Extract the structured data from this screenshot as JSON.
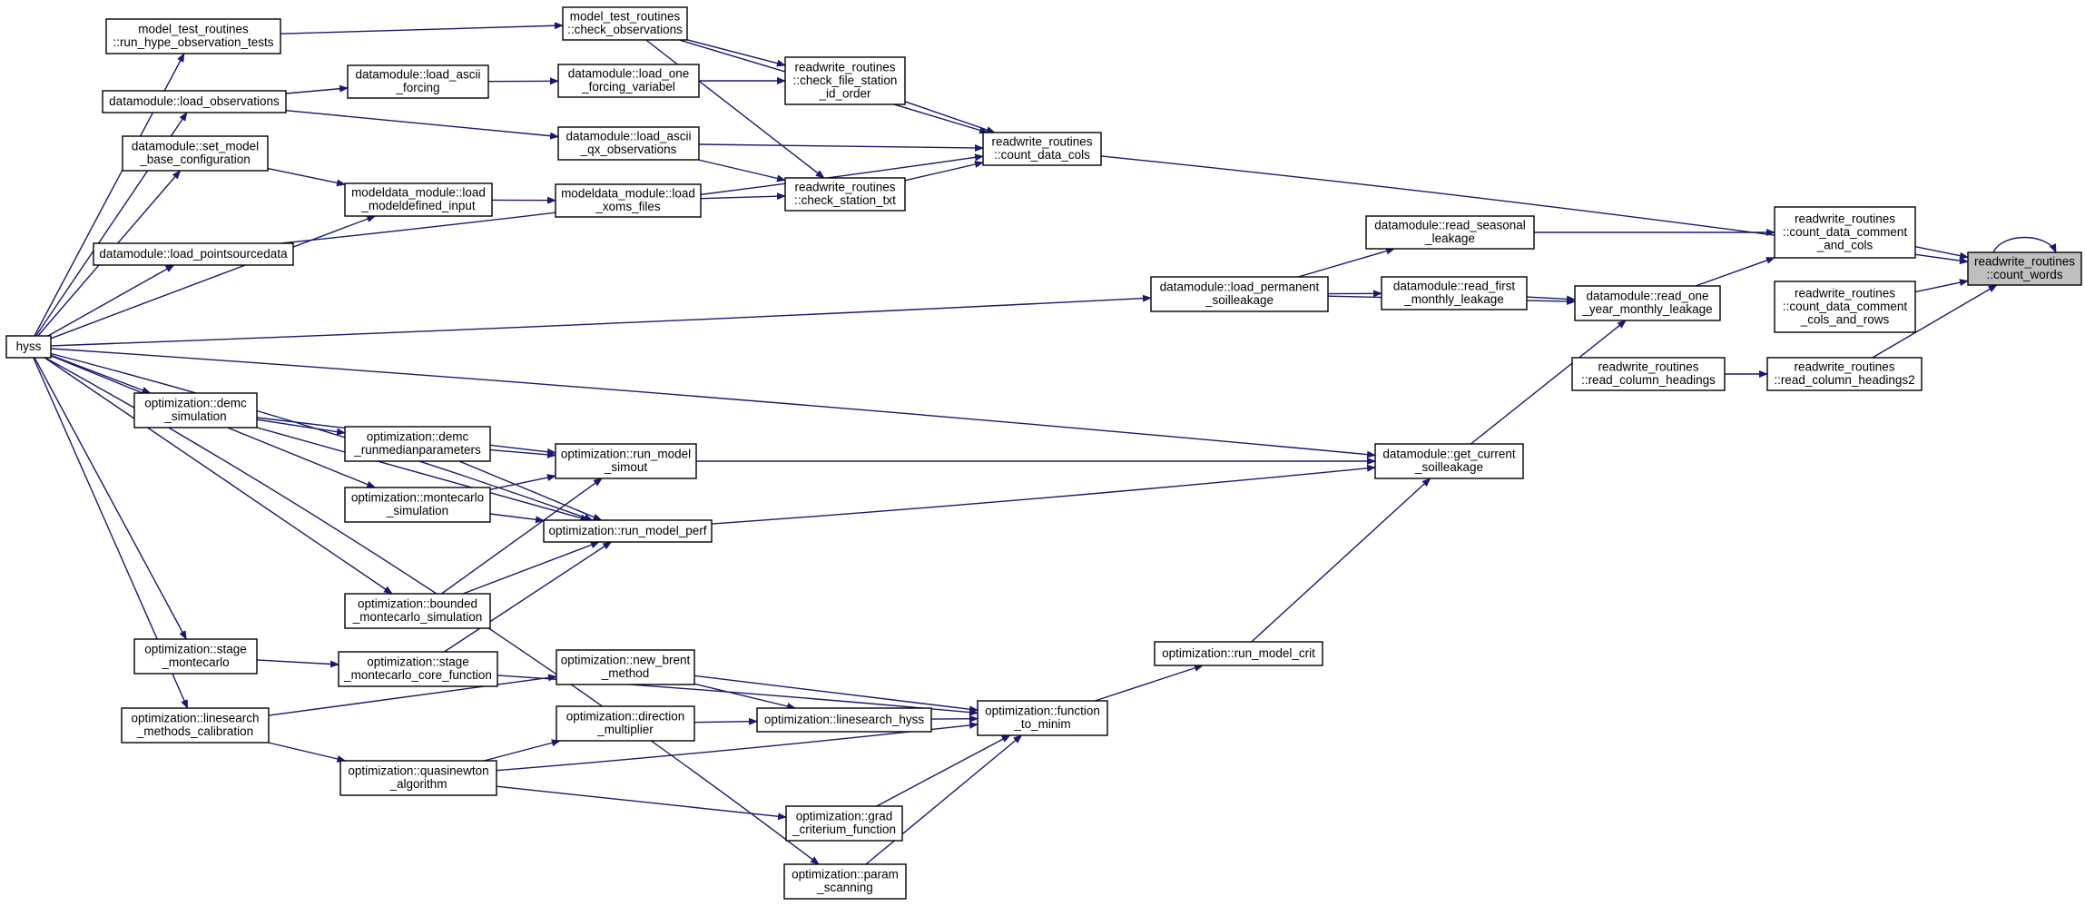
{
  "colors": {
    "edge": "#191970",
    "node_border": "#000000",
    "highlight_fill": "#bfbfbf"
  },
  "nodes": [
    {
      "id": "n0",
      "lines": [
        "readwrite_routines",
        "::count_words"
      ],
      "highlighted": true
    },
    {
      "id": "n1",
      "lines": [
        "readwrite_routines",
        "::count_data_comment",
        "_and_cols"
      ]
    },
    {
      "id": "n2",
      "lines": [
        "readwrite_routines",
        "::count_data_comment",
        "_cols_and_rows"
      ]
    },
    {
      "id": "n3",
      "lines": [
        "readwrite_routines",
        "::count_data_cols"
      ]
    },
    {
      "id": "n4",
      "lines": [
        "readwrite_routines",
        "::read_column_headings2"
      ]
    },
    {
      "id": "n5",
      "lines": [
        "readwrite_routines",
        "::read_column_headings"
      ]
    },
    {
      "id": "n6",
      "lines": [
        "datamodule::read_seasonal",
        "_leakage"
      ]
    },
    {
      "id": "n7",
      "lines": [
        "datamodule::read_one",
        "_year_monthly_leakage"
      ]
    },
    {
      "id": "n8",
      "lines": [
        "datamodule::read_first",
        "_monthly_leakage"
      ]
    },
    {
      "id": "n9",
      "lines": [
        "datamodule::load_permanent",
        "_soilleakage"
      ]
    },
    {
      "id": "n10",
      "lines": [
        "datamodule::get_current",
        "_soilleakage"
      ]
    },
    {
      "id": "n11",
      "lines": [
        "optimization::run_model_crit"
      ]
    },
    {
      "id": "n12",
      "lines": [
        "optimization::function",
        "_to_minim"
      ]
    },
    {
      "id": "n13",
      "lines": [
        "optimization::linesearch_hyss"
      ]
    },
    {
      "id": "n14",
      "lines": [
        "optimization::new_brent",
        "_method"
      ]
    },
    {
      "id": "n15",
      "lines": [
        "optimization::direction",
        "_multiplier"
      ]
    },
    {
      "id": "n16",
      "lines": [
        "optimization::grad",
        "_criterium_function"
      ]
    },
    {
      "id": "n17",
      "lines": [
        "optimization::param",
        "_scanning"
      ]
    },
    {
      "id": "n18",
      "lines": [
        "readwrite_routines",
        "::check_file_station",
        "_id_order"
      ]
    },
    {
      "id": "n19",
      "lines": [
        "readwrite_routines",
        "::check_station_txt"
      ]
    },
    {
      "id": "n20",
      "lines": [
        "model_test_routines",
        "::check_observations"
      ]
    },
    {
      "id": "n21",
      "lines": [
        "datamodule::load_ascii",
        "_qx_observations"
      ]
    },
    {
      "id": "n22",
      "lines": [
        "datamodule::load_one",
        "_forcing_variabel"
      ]
    },
    {
      "id": "n23",
      "lines": [
        "modeldata_module::load",
        "_xoms_files"
      ]
    },
    {
      "id": "n24",
      "lines": [
        "datamodule::load_ascii",
        "_forcing"
      ]
    },
    {
      "id": "n25",
      "lines": [
        "modeldata_module::load",
        "_modeldefined_input"
      ]
    },
    {
      "id": "n26",
      "lines": [
        "model_test_routines",
        "::run_hype_observation_tests"
      ]
    },
    {
      "id": "n27",
      "lines": [
        "datamodule::load_observations"
      ]
    },
    {
      "id": "n28",
      "lines": [
        "datamodule::set_model",
        "_base_configuration"
      ]
    },
    {
      "id": "n29",
      "lines": [
        "datamodule::load_pointsourcedata"
      ]
    },
    {
      "id": "n30",
      "lines": [
        "hyss"
      ]
    },
    {
      "id": "n31",
      "lines": [
        "optimization::run_model",
        "_simout"
      ]
    },
    {
      "id": "n32",
      "lines": [
        "optimization::run_model_perf"
      ]
    },
    {
      "id": "n33",
      "lines": [
        "optimization::demc",
        "_simulation"
      ]
    },
    {
      "id": "n34",
      "lines": [
        "optimization::demc",
        "_runmedianparameters"
      ]
    },
    {
      "id": "n35",
      "lines": [
        "optimization::montecarlo",
        "_simulation"
      ]
    },
    {
      "id": "n36",
      "lines": [
        "optimization::bounded",
        "_montecarlo_simulation"
      ]
    },
    {
      "id": "n37",
      "lines": [
        "optimization::stage",
        "_montecarlo"
      ]
    },
    {
      "id": "n38",
      "lines": [
        "optimization::stage",
        "_montecarlo_core_function"
      ]
    },
    {
      "id": "n39",
      "lines": [
        "optimization::linesearch",
        "_methods_calibration"
      ]
    },
    {
      "id": "n40",
      "lines": [
        "optimization::quasinewton",
        "_algorithm"
      ]
    }
  ],
  "edges": [
    {
      "from": "n0",
      "to": "n0"
    },
    {
      "from": "n1",
      "to": "n0"
    },
    {
      "from": "n2",
      "to": "n0"
    },
    {
      "from": "n3",
      "to": "n0"
    },
    {
      "from": "n4",
      "to": "n0"
    },
    {
      "from": "n5",
      "to": "n4"
    },
    {
      "from": "n6",
      "to": "n1"
    },
    {
      "from": "n7",
      "to": "n1"
    },
    {
      "from": "n8",
      "to": "n7"
    },
    {
      "from": "n9",
      "to": "n7"
    },
    {
      "from": "n9",
      "to": "n8"
    },
    {
      "from": "n9",
      "to": "n6"
    },
    {
      "from": "n10",
      "to": "n7"
    },
    {
      "from": "n11",
      "to": "n10"
    },
    {
      "from": "n12",
      "to": "n11"
    },
    {
      "from": "n18",
      "to": "n3"
    },
    {
      "from": "n19",
      "to": "n3"
    },
    {
      "from": "n20",
      "to": "n3"
    },
    {
      "from": "n21",
      "to": "n3"
    },
    {
      "from": "n23",
      "to": "n19"
    },
    {
      "from": "n21",
      "to": "n19"
    },
    {
      "from": "n20",
      "to": "n19"
    },
    {
      "from": "n22",
      "to": "n18"
    },
    {
      "from": "n20",
      "to": "n18"
    },
    {
      "from": "n26",
      "to": "n20"
    },
    {
      "from": "n24",
      "to": "n22"
    },
    {
      "from": "n27",
      "to": "n24"
    },
    {
      "from": "n27",
      "to": "n21"
    },
    {
      "from": "n25",
      "to": "n23"
    },
    {
      "from": "n28",
      "to": "n25"
    },
    {
      "from": "n30",
      "to": "n25"
    },
    {
      "from": "n29",
      "to": "n3"
    },
    {
      "from": "n30",
      "to": "n26"
    },
    {
      "from": "n30",
      "to": "n27"
    },
    {
      "from": "n30",
      "to": "n28"
    },
    {
      "from": "n30",
      "to": "n29"
    },
    {
      "from": "n30",
      "to": "n9"
    },
    {
      "from": "n30",
      "to": "n10"
    },
    {
      "from": "n30",
      "to": "n33"
    },
    {
      "from": "n30",
      "to": "n35"
    },
    {
      "from": "n30",
      "to": "n36"
    },
    {
      "from": "n30",
      "to": "n37"
    },
    {
      "from": "n30",
      "to": "n39"
    },
    {
      "from": "n30",
      "to": "n17"
    },
    {
      "from": "n30",
      "to": "n32"
    },
    {
      "from": "n31",
      "to": "n10"
    },
    {
      "from": "n32",
      "to": "n10"
    },
    {
      "from": "n33",
      "to": "n31"
    },
    {
      "from": "n33",
      "to": "n34"
    },
    {
      "from": "n33",
      "to": "n32"
    },
    {
      "from": "n34",
      "to": "n31"
    },
    {
      "from": "n34",
      "to": "n32"
    },
    {
      "from": "n35",
      "to": "n31"
    },
    {
      "from": "n35",
      "to": "n32"
    },
    {
      "from": "n36",
      "to": "n31"
    },
    {
      "from": "n36",
      "to": "n32"
    },
    {
      "from": "n37",
      "to": "n38"
    },
    {
      "from": "n38",
      "to": "n32"
    },
    {
      "from": "n38",
      "to": "n12"
    },
    {
      "from": "n39",
      "to": "n14"
    },
    {
      "from": "n39",
      "to": "n40"
    },
    {
      "from": "n40",
      "to": "n15"
    },
    {
      "from": "n40",
      "to": "n12"
    },
    {
      "from": "n40",
      "to": "n16"
    },
    {
      "from": "n14",
      "to": "n12"
    },
    {
      "from": "n14",
      "to": "n13"
    },
    {
      "from": "n15",
      "to": "n13"
    },
    {
      "from": "n13",
      "to": "n12"
    },
    {
      "from": "n16",
      "to": "n12"
    },
    {
      "from": "n17",
      "to": "n12"
    }
  ]
}
